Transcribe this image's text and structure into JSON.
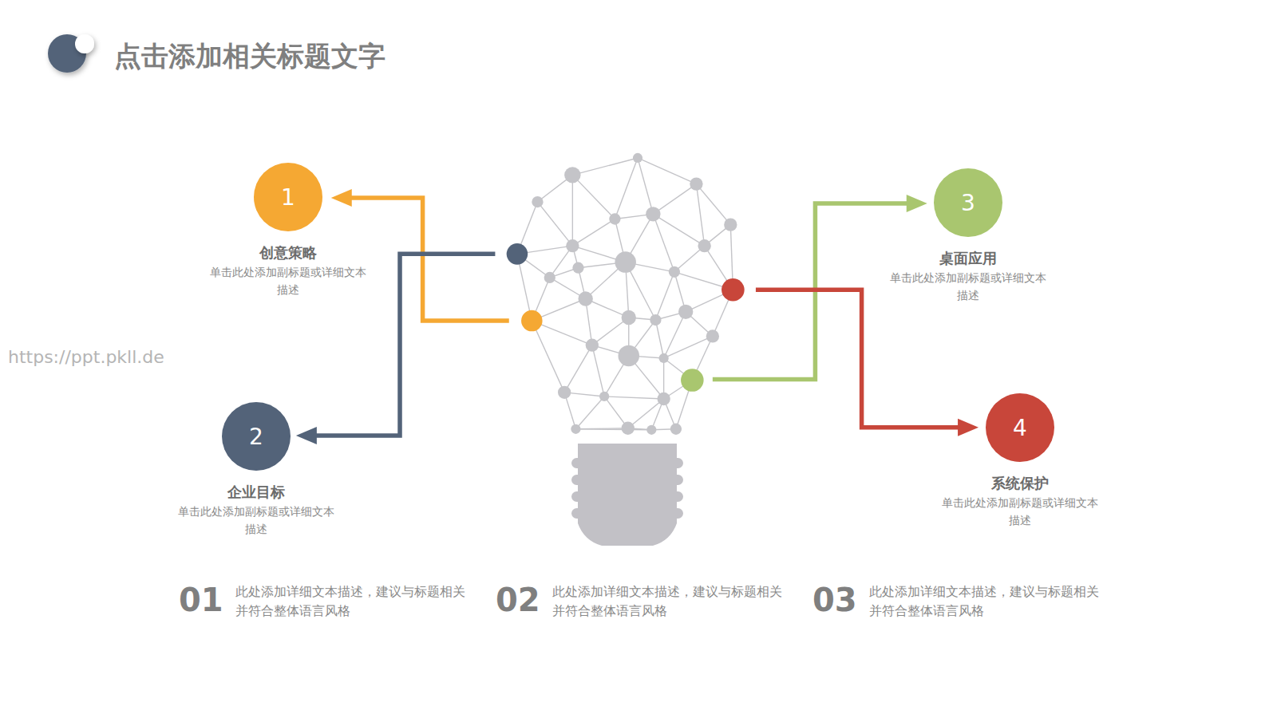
{
  "diagram": {
    "title": "点击添加相关标题文字",
    "nodes": [
      {
        "text": [
          "1",
          "创意策略",
          "单击此处添加副标题或详细文本描述"
        ]
      },
      {
        "text": [
          "2",
          "企业目标",
          "单击此处添加副标题或详细文本描述"
        ]
      },
      {
        "text": [
          "3",
          "桌面应用",
          "单击此处添加副标题或详细文本描述"
        ]
      },
      {
        "text": [
          "4",
          "系统保护",
          "单击此处添加副标题或详细文本描述"
        ]
      }
    ],
    "labels": [
      "https://ppt.pkll.de",
      "01",
      "此处添加详细文本描述，建议与标题相关并符合整体语言风格",
      "02",
      "此处添加详细文本描述，建议与标题相关并符合整体语言风格",
      "03",
      "此处添加详细文本描述，建议与标题相关并符合整体语言风格"
    ]
  }
}
